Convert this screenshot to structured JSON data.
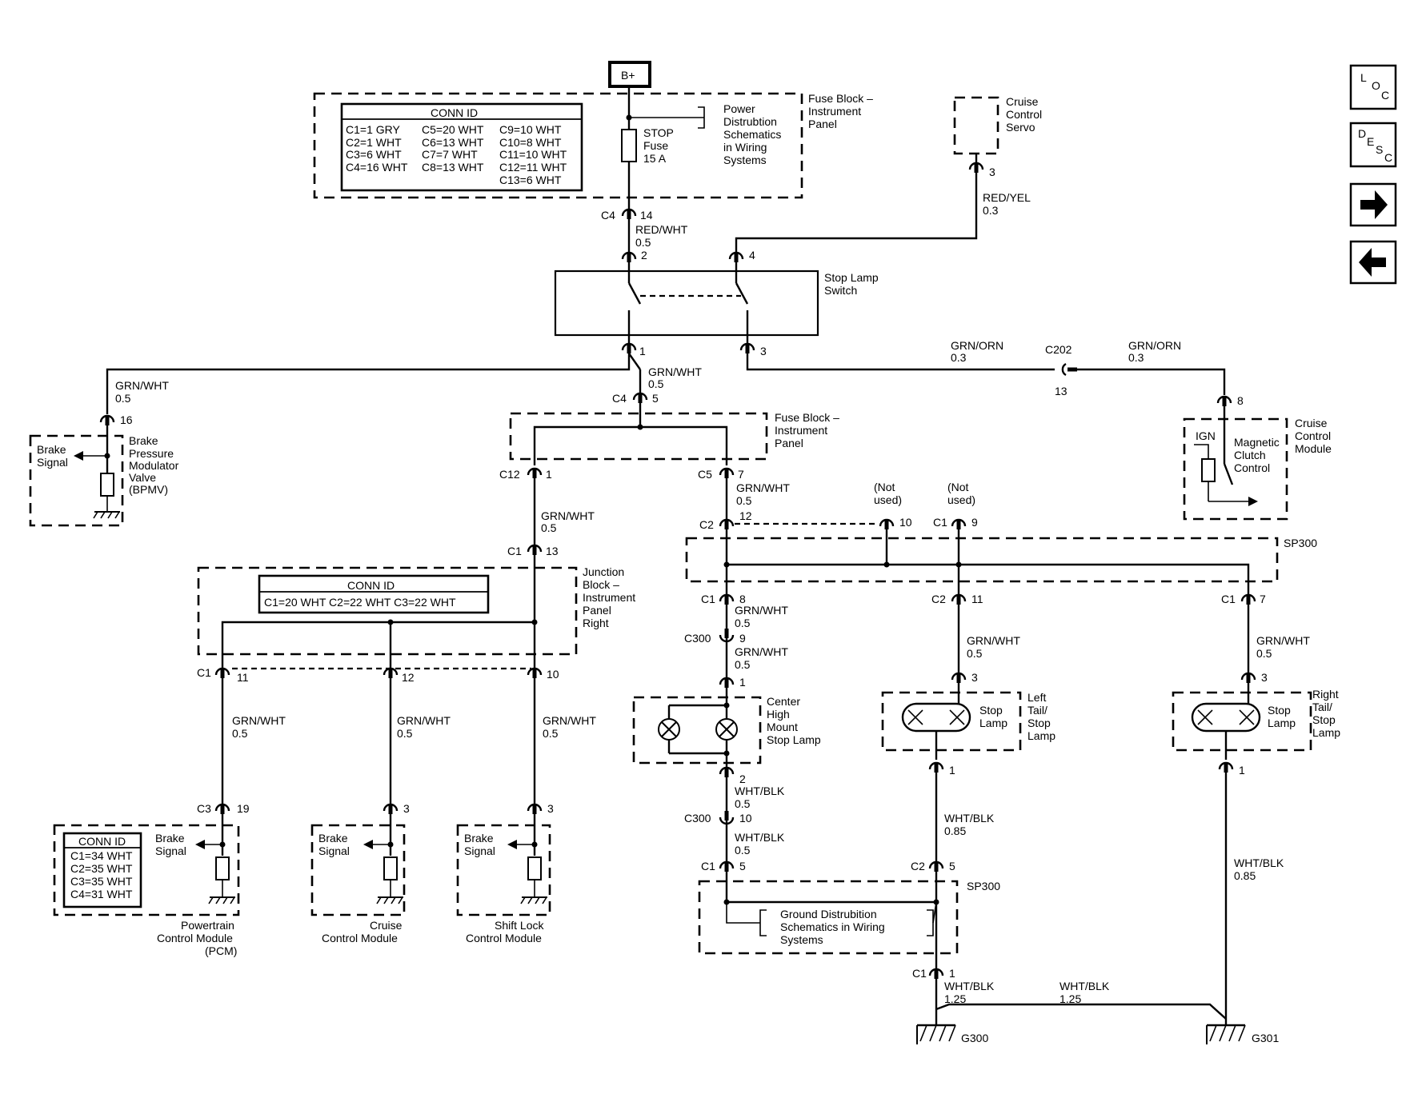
{
  "nav": {
    "loc": [
      "L",
      "O",
      "C"
    ],
    "desc": [
      "D",
      "E",
      "S",
      "C"
    ]
  },
  "power": {
    "bplus": "B+"
  },
  "fuse_block_top": {
    "conn_title": "CONN ID",
    "conn_rows": [
      [
        "C1=1 GRY",
        "C5=20 WHT",
        "C9=10 WHT"
      ],
      [
        "C2=1 WHT",
        "C6=13 WHT",
        "C10=8 WHT"
      ],
      [
        "C3=6 WHT",
        "C7=7 WHT",
        "C11=10 WHT"
      ],
      [
        "C4=16 WHT",
        "C8=13 WHT",
        "C12=11 WHT"
      ],
      [
        "",
        "",
        "C13=6 WHT"
      ]
    ],
    "fuse": [
      "STOP",
      "Fuse",
      "15  A"
    ],
    "power_dist": [
      "Power",
      "Distrubtion",
      "Schematics",
      "in Wiring",
      "Systems"
    ],
    "label": [
      "Fuse Block –",
      "Instrument",
      "Panel"
    ]
  },
  "cruise_servo": {
    "label": [
      "Cruise",
      "Control",
      "Servo"
    ],
    "pin": "3",
    "wire": [
      "RED/YEL",
      "0.3"
    ]
  },
  "stop_switch": {
    "label": [
      "Stop Lamp",
      "Switch"
    ],
    "conn_in": "C4",
    "pin_in": "14",
    "wire_in": [
      "RED/WHT",
      "0.5"
    ],
    "pin2": "2",
    "pin4": "4",
    "pin1": "1",
    "pin3": "3"
  },
  "cruise_clutch": {
    "wire_left": [
      "GRN/ORN",
      "0.3"
    ],
    "conn": "C202",
    "conn_pin": "13",
    "wire_right": [
      "GRN/ORN",
      "0.3"
    ],
    "pin": "8",
    "module": [
      "Cruise",
      "Control",
      "Module"
    ],
    "ign": "IGN",
    "clutch": [
      "Magnetic",
      "Clutch",
      "Control"
    ]
  },
  "bpmv": {
    "wire": [
      "GRN/WHT",
      "0.5"
    ],
    "pin": "16",
    "signal": [
      "Brake",
      "Signal"
    ],
    "label": [
      "Brake",
      "Pressure",
      "Modulator",
      "Valve",
      "(BPMV)"
    ]
  },
  "fuse_block_mid": {
    "wire_in": [
      "GRN/WHT",
      "0.5"
    ],
    "conn_in": "C4",
    "pin_in": "5",
    "label": [
      "Fuse Block –",
      "Instrument",
      "Panel"
    ],
    "c12": "C12",
    "c12_pin": "1",
    "c5": "C5",
    "c5_pin": "7"
  },
  "junction": {
    "wire_in": [
      "GRN/WHT",
      "0.5"
    ],
    "conn_in": "C1",
    "pin_in": "13",
    "conn_title": "CONN ID",
    "conn_row": "C1=20 WHT  C2=22 WHT  C3=22 WHT",
    "label": [
      "Junction",
      "Block –",
      "Instrument",
      "Panel",
      "Right"
    ],
    "c1": "C1",
    "pin11": "11",
    "pin12": "12",
    "pin10": "10"
  },
  "pcm": {
    "wire": [
      "GRN/WHT",
      "0.5"
    ],
    "conn": "C3",
    "pin": "19",
    "conn_title": "CONN ID",
    "conn_rows": [
      "C1=34 WHT",
      "C2=35 WHT",
      "C3=35 WHT",
      "C4=31 WHT"
    ],
    "signal": [
      "Brake",
      "Signal"
    ],
    "label": [
      "Powertrain",
      "Control Module",
      "(PCM)"
    ]
  },
  "ccm": {
    "wire": [
      "GRN/WHT",
      "0.5"
    ],
    "pin": "3",
    "signal": [
      "Brake",
      "Signal"
    ],
    "label": [
      "Cruise",
      "Control Module"
    ]
  },
  "slcm": {
    "wire": [
      "GRN/WHT",
      "0.5"
    ],
    "pin": "3",
    "signal": [
      "Brake",
      "Signal"
    ],
    "label": [
      "Shift Lock",
      "Control Module"
    ]
  },
  "sp300_top": {
    "wire_in": [
      "GRN/WHT",
      "0.5"
    ],
    "c2": "C2",
    "c2_pin": "12",
    "not_used_1": [
      "(Not",
      "used)"
    ],
    "nu1_pin": "10",
    "not_used_2": [
      "(Not",
      "used)"
    ],
    "nu2_conn": "C1",
    "nu2_pin": "9",
    "label": "SP300",
    "out_c1": "C1",
    "out_c1_pin": "8",
    "out_c2": "C2",
    "out_c2_pin": "11",
    "out_c1r": "C1",
    "out_c1r_pin": "7"
  },
  "chmsl": {
    "wire1": [
      "GRN/WHT",
      "0.5"
    ],
    "c300": "C300",
    "c300_pin": "9",
    "wire2": [
      "GRN/WHT",
      "0.5"
    ],
    "pin1": "1",
    "label": [
      "Center",
      "High",
      "Mount",
      "Stop Lamp"
    ],
    "pin2": "2",
    "wire3": [
      "WHT/BLK",
      "0.5"
    ],
    "c300b": "C300",
    "c300b_pin": "10",
    "wire4": [
      "WHT/BLK",
      "0.5"
    ],
    "c1": "C1",
    "c1_pin": "5"
  },
  "left_lamp": {
    "wire": [
      "GRN/WHT",
      "0.5"
    ],
    "pin": "3",
    "lamp": [
      "Stop",
      "Lamp"
    ],
    "label": [
      "Left",
      "Tail/",
      "Stop",
      "Lamp"
    ],
    "pin_out": "1",
    "wire_out": [
      "WHT/BLK",
      "0.85"
    ],
    "c2": "C2",
    "c2_pin": "5"
  },
  "right_lamp": {
    "wire": [
      "GRN/WHT",
      "0.5"
    ],
    "pin": "3",
    "lamp": [
      "Stop",
      "Lamp"
    ],
    "label": [
      "Right",
      "Tail/",
      "Stop",
      "Lamp"
    ],
    "pin_out": "1",
    "wire_out": [
      "WHT/BLK",
      "0.85"
    ]
  },
  "sp300_bottom": {
    "label": "SP300",
    "ground_dist": [
      "Ground Distrubition",
      "Schematics in Wiring",
      "Systems"
    ],
    "c1": "C1",
    "c1_pin": "1",
    "wire_left": [
      "WHT/BLK",
      "1.25"
    ],
    "wire_right": [
      "WHT/BLK",
      "1.25"
    ],
    "g300": "G300",
    "g301": "G301"
  }
}
